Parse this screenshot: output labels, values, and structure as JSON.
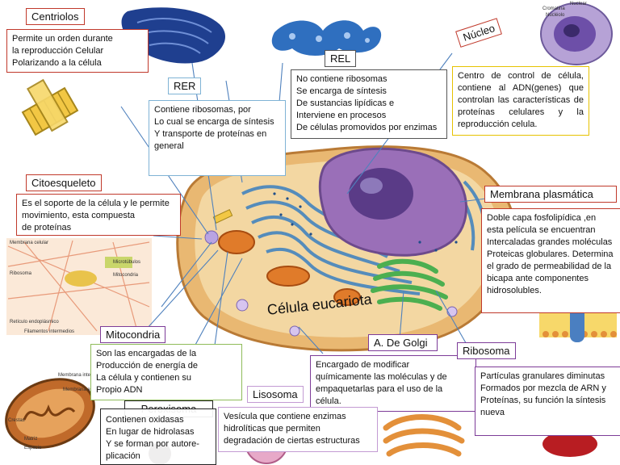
{
  "diagram": {
    "center_label": "Célula eucariota",
    "organelles": [
      {
        "id": "centriolos",
        "title": "Centriolos",
        "text": "Permite un orden durante\nla reproducción Celular\nPolarizando a la célula",
        "border": "#c0392b"
      },
      {
        "id": "rer",
        "title": "RER",
        "text": "Contiene ribosomas, por\nLo cual se encarga de síntesis\nY transporte de proteínas en\ngeneral",
        "border": "#7fb3d5"
      },
      {
        "id": "rel",
        "title": "REL",
        "text": "No contiene ribosomas\nSe encarga de síntesis\nDe sustancias lipídicas  e\nInterviene en procesos\nDe células promovidos por enzimas",
        "border": "#555555"
      },
      {
        "id": "nucleo",
        "title": "Núcleo",
        "text": "Centro de control de célula, contiene al ADN(genes) que controlan las características de proteínas celulares y la reproducción celula.",
        "border": "#e6c200"
      },
      {
        "id": "citoesqueleto",
        "title": "Citoesqueleto",
        "text": "Es el soporte de  la célula y le permite\nmovimiento, esta compuesta\nde proteínas",
        "border": "#c0392b"
      },
      {
        "id": "membrana",
        "title": "Membrana plasmática",
        "text": "Doble capa fosfolipídica ,en\n esta película se encuentran\nIntercaladas grandes moléculas\nProteicas globulares. Determina\nel grado de permeabilidad de la\nbicapa     ante     componentes\nhidrosolubles.",
        "border": "#c0392b"
      },
      {
        "id": "mitocondria",
        "title": "Mitocondria",
        "text": "Son las encargadas de la\nProducción de energía de\nLa célula y contienen su\nPropio ADN",
        "border": "#8fbc5a"
      },
      {
        "id": "golgi",
        "title": "A. De Golgi",
        "text": "Encargado de modificar\nquímicamente las moléculas y de\nempaquetarlas para el uso de la\ncélula.",
        "border": "#7d3c98"
      },
      {
        "id": "ribosoma",
        "title": "Ribosoma",
        "text": "Partículas granulares diminutas\nFormados por mezcla de ARN y\nProteínas, su función la síntesis\nnueva",
        "border": "#7d3c98"
      },
      {
        "id": "lisosoma",
        "title": "Lisosoma",
        "text": "Vesícula que contiene enzimas\nhidrolíticas que permiten\ndegradación de  ciertas estructuras",
        "border": "#c39bd3"
      },
      {
        "id": "peroxisoma",
        "title": "Peroxisoma",
        "text": "Contienen oxidasas\nEn lugar de hidrolasas\nY se forman por autore-\nplicación",
        "border": "#222222"
      }
    ],
    "micro_labels": {
      "nucleus_top": [
        "Cromatina",
        "Nucléolo",
        "Nuclear"
      ],
      "cytoskeleton": [
        "Membrana celular",
        "Microtúbulos",
        "Ribosoma",
        "Mitocondria",
        "Retículo endoplásmico",
        "Filamentos intermedios"
      ],
      "mitochondria": [
        "Membrana interna",
        "Membrana externa",
        "Crestas",
        "Matriz",
        "Espacio"
      ]
    }
  }
}
